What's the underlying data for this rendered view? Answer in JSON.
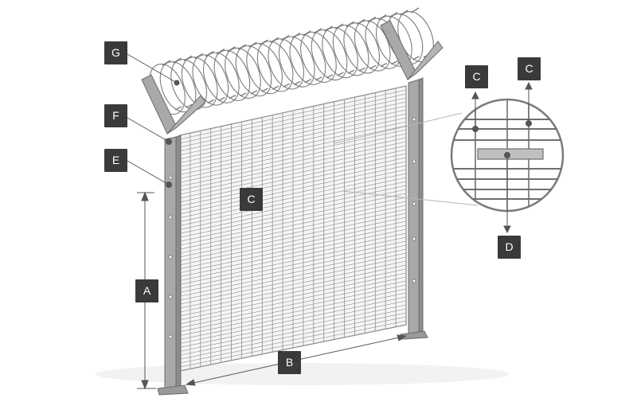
{
  "diagram": {
    "subject": "high-security mesh fence panel with razor wire",
    "colors": {
      "post": "#a9a9a9",
      "post_edge": "#6b6b6b",
      "mesh": "#8a8a8a",
      "wire": "#7d7d7d",
      "label_bg": "#3a3a3a",
      "label_text": "#ffffff",
      "leader": "#555555"
    },
    "labels": {
      "a": "A",
      "b": "B",
      "c_panel": "C",
      "c_detail_left": "C",
      "c_detail_right": "C",
      "d": "D",
      "e": "E",
      "f": "F",
      "g": "G"
    }
  }
}
